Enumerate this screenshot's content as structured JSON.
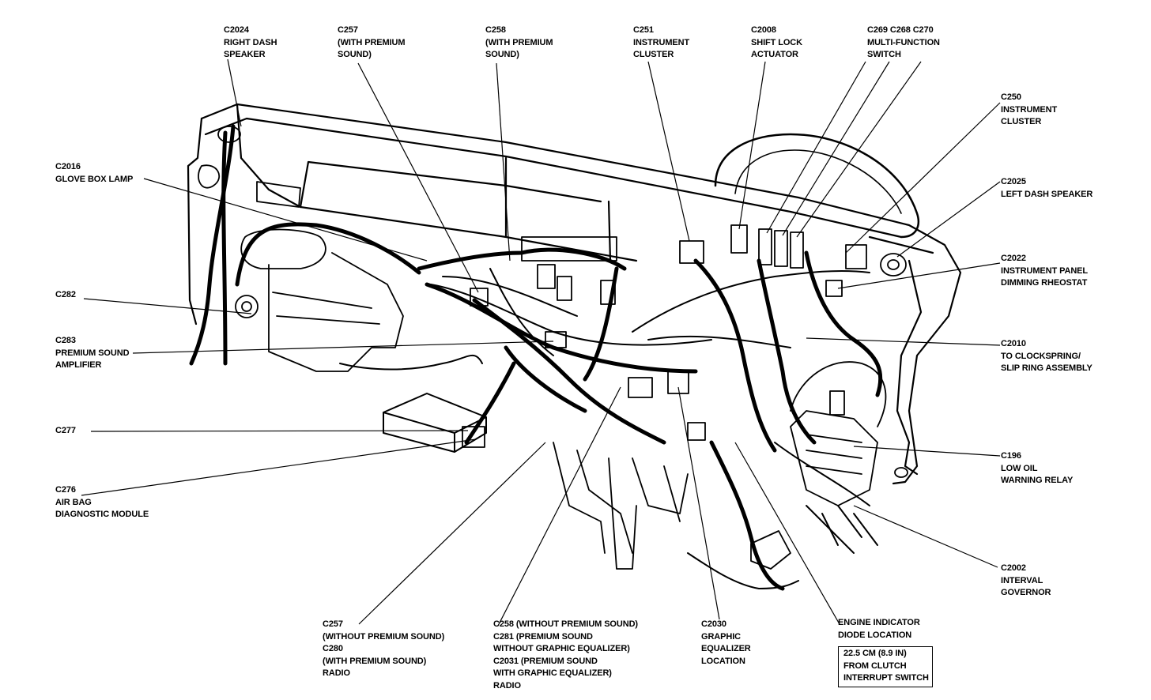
{
  "labels": {
    "c2024": [
      "C2024",
      "RIGHT DASH",
      "SPEAKER"
    ],
    "c257p": [
      "C257",
      "(WITH PREMIUM",
      "SOUND)"
    ],
    "c258p": [
      "C258",
      "(WITH PREMIUM",
      "SOUND)"
    ],
    "c251": [
      "C251",
      "INSTRUMENT",
      "CLUSTER"
    ],
    "c2008": [
      "C2008",
      "SHIFT LOCK",
      "ACTUATOR"
    ],
    "c269": [
      "C269 C268 C270",
      "MULTI-FUNCTION",
      "SWITCH"
    ],
    "c250": [
      "C250",
      "INSTRUMENT",
      "CLUSTER"
    ],
    "c2025": [
      "C2025",
      "LEFT DASH SPEAKER"
    ],
    "c2022": [
      "C2022",
      "INSTRUMENT PANEL",
      "DIMMING RHEOSTAT"
    ],
    "c2010": [
      "C2010",
      "TO CLOCKSPRING/",
      "SLIP RING ASSEMBLY"
    ],
    "c196": [
      "C196",
      "LOW OIL",
      "WARNING RELAY"
    ],
    "c2002": [
      "C2002",
      "INTERVAL",
      "GOVERNOR"
    ],
    "c2016": [
      "C2016",
      "GLOVE BOX LAMP"
    ],
    "c282": [
      "C282"
    ],
    "c283": [
      "C283",
      "PREMIUM SOUND",
      "AMPLIFIER"
    ],
    "c277": [
      "C277"
    ],
    "c276": [
      "C276",
      "AIR BAG",
      "DIAGNOSTIC MODULE"
    ],
    "c257n": [
      "C257",
      "(WITHOUT PREMIUM SOUND)",
      "C280",
      "(WITH PREMIUM SOUND)",
      "RADIO"
    ],
    "c258n": [
      "C258 (WITHOUT PREMIUM SOUND)",
      "C281 (PREMIUM SOUND",
      "WITHOUT GRAPHIC EQUALIZER)",
      "C2031 (PREMIUM SOUND",
      "WITH GRAPHIC EQUALIZER)",
      "RADIO"
    ],
    "c2030": [
      "C2030",
      "GRAPHIC",
      "EQUALIZER",
      "LOCATION"
    ],
    "engine": [
      "ENGINE INDICATOR",
      "DIODE LOCATION"
    ],
    "clutch": [
      "22.5 CM (8.9 IN)",
      "FROM CLUTCH",
      "INTERRUPT SWITCH"
    ]
  }
}
